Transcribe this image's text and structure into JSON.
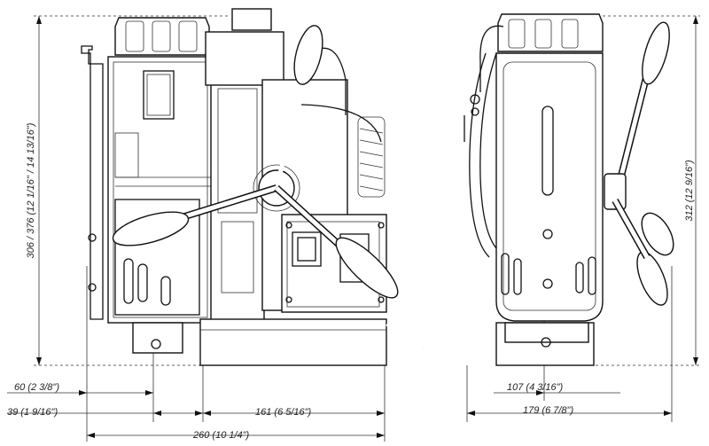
{
  "dimensions": {
    "left_height": "306 / 376  (12 1/16\" / 14 13/16\")",
    "right_height": "312  (12 9/16\")",
    "d60": "60  (2 3/8\")",
    "d39": "39  (1 9/16\")",
    "d161": "161  (6 5/16\")",
    "d260": "260  (10 1/4\")",
    "d107": "107  (4 3/16\")",
    "d179": "179  (6 7/8\")"
  }
}
